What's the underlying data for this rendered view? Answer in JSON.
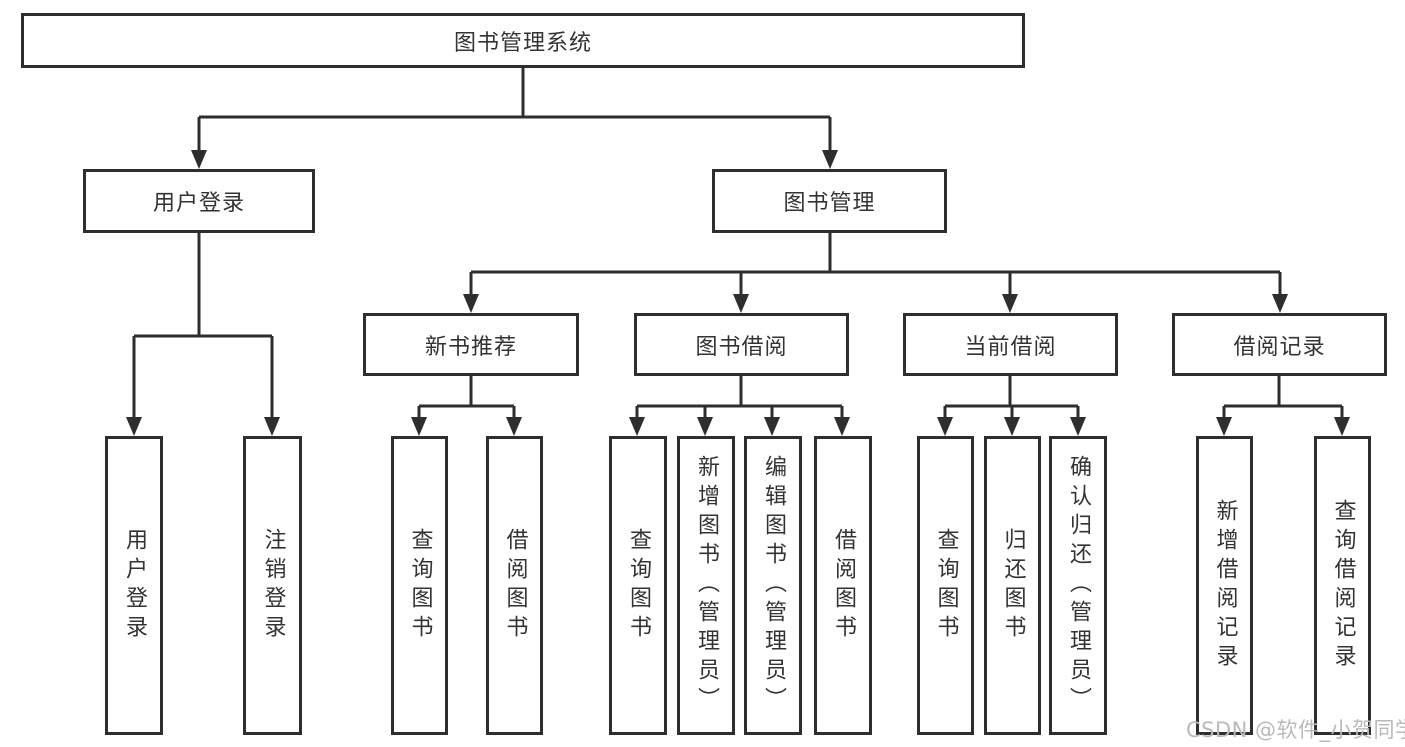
{
  "tree": {
    "root": {
      "label": "图书管理系统"
    },
    "branches": [
      {
        "label": "用户登录",
        "children": [
          {
            "label": "用户登录"
          },
          {
            "label": "注销登录"
          }
        ]
      },
      {
        "label": "图书管理",
        "children": [
          {
            "label": "新书推荐",
            "children": [
              {
                "label": "查询图书"
              },
              {
                "label": "借阅图书"
              }
            ]
          },
          {
            "label": "图书借阅",
            "children": [
              {
                "label": "查询图书"
              },
              {
                "label": "新增图书（管理员）"
              },
              {
                "label": "编辑图书（管理员）"
              },
              {
                "label": "借阅图书"
              }
            ]
          },
          {
            "label": "当前借阅",
            "children": [
              {
                "label": "查询图书"
              },
              {
                "label": "归还图书"
              },
              {
                "label": "确认归还（管理员）"
              }
            ]
          },
          {
            "label": "借阅记录",
            "children": [
              {
                "label": "新增借阅记录"
              },
              {
                "label": "查询借阅记录"
              }
            ]
          }
        ]
      }
    ]
  },
  "watermark": "CSDN @软件_小贺同学",
  "colors": {
    "background": "#ffffff",
    "line": "#2e2e2e",
    "box_border": "#2e2e2e",
    "box_fill": "#ffffff",
    "text": "#333333",
    "watermark": "#bababa"
  }
}
